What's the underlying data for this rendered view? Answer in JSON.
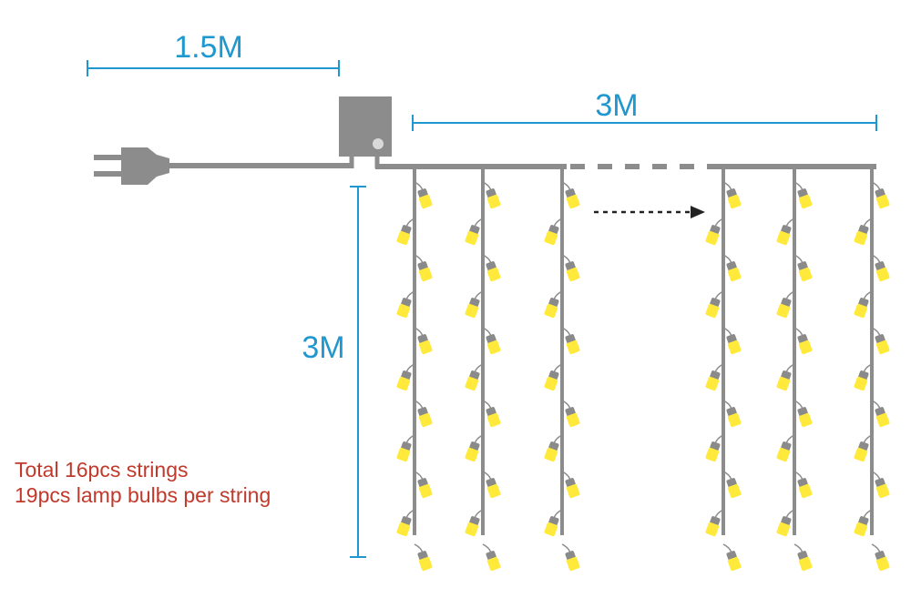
{
  "colors": {
    "dimension": "#1f97cf",
    "cable": "#8c8c8c",
    "bulb": "#ffe93a",
    "bulb_base": "#8a8a8a",
    "note": "#c0392b",
    "arrow": "#222222"
  },
  "labels": {
    "lead_length": "1.5M",
    "width": "3M",
    "height": "3M"
  },
  "note": {
    "line1": "Total 16pcs strings",
    "line2": "19pcs lamp bulbs per string"
  },
  "icons": [
    "plug-icon",
    "controller-box-icon",
    "bulb-icon",
    "dotted-arrow-icon"
  ]
}
